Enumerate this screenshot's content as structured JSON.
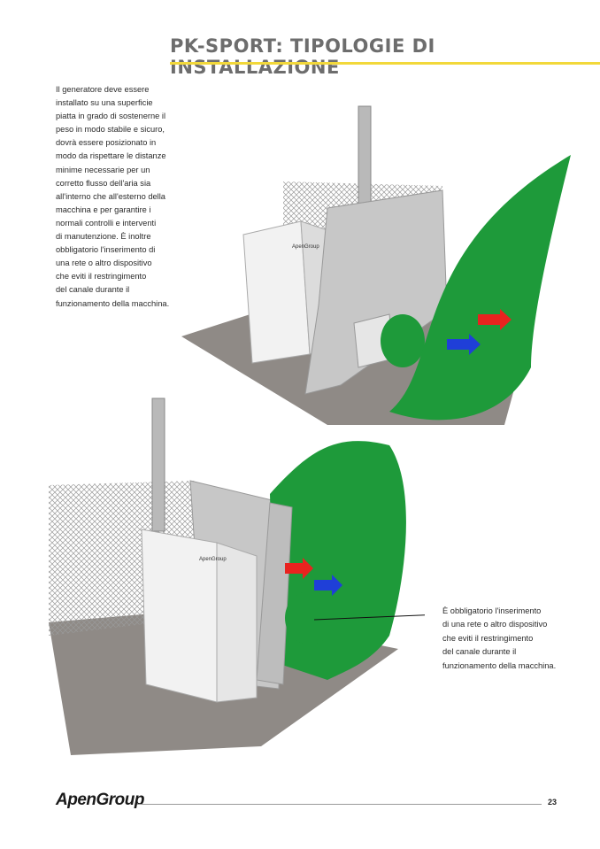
{
  "header": {
    "title": "PK-SPORT: TIPOLOGIE DI INSTALLAZIONE",
    "rule_color": "#f2d83a"
  },
  "intro": {
    "lines": [
      "Il generatore deve essere",
      "installato su una superficie",
      "piatta in grado di sostenerne il",
      "peso in modo stabile e sicuro,",
      "dovrà essere posizionato in",
      "modo da rispettare le distanze",
      "minime necessarie per un",
      "corretto flusso dell'aria sia",
      "all'interno che all'esterno della",
      "macchina e per garantire i",
      "normali controlli e interventi",
      "di manutenzione. È inoltre",
      "obbligatorio l'inserimento di",
      "una rete o altro dispositivo",
      "che eviti il restringimento",
      "del canale durante il",
      "funzionamento della macchina."
    ]
  },
  "callout": {
    "lines": [
      "È obbligatorio l'inserimento",
      "di una rete o altro dispositivo",
      "che eviti il restringimento",
      "del canale durante il",
      "funzionamento della macchina."
    ]
  },
  "illustrations": {
    "unit_label": "ApenGroup",
    "green": "#1e9a3a",
    "red_arrow": "#e8231f",
    "blue_arrow": "#1f3fd8"
  },
  "footer": {
    "logo": "ApenGroup",
    "page_number": "23"
  }
}
